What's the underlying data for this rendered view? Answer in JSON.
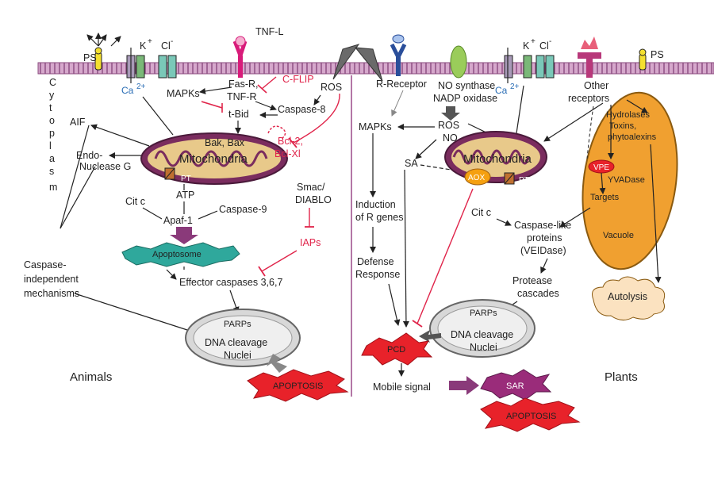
{
  "colors": {
    "membrane": "#b07aa8",
    "mito_outer": "#7a2c5e",
    "mito_inner": "#e8c98a",
    "vacuole": "#f0a030",
    "apoptosome": "#2fa89c",
    "apoptosis_red": "#e8222a",
    "sar_purple": "#9a2c7a",
    "nucleus_grey": "#d8d8d8",
    "inhibit_red": "#e0244a",
    "big_arrow": "#8a3a7a"
  },
  "membrane_labels": {
    "ps_left": "PS",
    "ps_right": "PS",
    "k_left": "K",
    "cl_left": "Cl",
    "k_right": "K",
    "cl_right": "Cl",
    "tnf_top": "TNF-L",
    "ca_left": "Ca",
    "ca_right": "Ca",
    "ca_sup": "2+",
    "ion_sup_plus": "+",
    "ion_sup_minus": "-"
  },
  "animals": {
    "cytoplasm": [
      "C",
      "y",
      "t",
      "o",
      "p",
      "l",
      "a",
      "s",
      "m"
    ],
    "mapks": "MAPKs",
    "fas_r": "Fas-R,",
    "tnf_r": "TNF-R",
    "c_flip": "C-FLIP",
    "ros": "ROS",
    "caspase8": "Caspase-8",
    "tbid": "t-Bid",
    "aif": "AIF",
    "endo1": "Endo-",
    "endo2": "Nuclease G",
    "bak_bax": "Bak, Bax",
    "mitochondria": "Mitochondria",
    "bcl1": "Bcl-2,",
    "bcl2": "Bcl-Xl",
    "pt": "PT",
    "atp": "ATP",
    "citc": "Cit c",
    "apaf": "Apaf-1",
    "caspase9": "Caspase-9",
    "smac1": "Smac/",
    "smac2": "DIABLO",
    "iaps": "IAPs",
    "apoptosome": "Apoptosome",
    "effector": "Effector caspases 3,6,7",
    "ci1": "Caspase-",
    "ci2": "independent",
    "ci3": "mechanisms",
    "parps": "PARPs",
    "dna": "DNA cleavage",
    "nuclei": "Nuclei",
    "title": "Animals",
    "apoptosis": "APOPTOSIS"
  },
  "plants": {
    "r_receptor": "R-Receptor",
    "no_synth": "NO synthase",
    "nadp": "NADP oxidase",
    "other1": "Other",
    "other2": "receptors",
    "mapks": "MAPKs",
    "ros": "ROS",
    "no": "NO",
    "sa": "SA",
    "mitochondria": "Mitochondria",
    "aox": "AOX",
    "pt": "PT",
    "hydro1": "Hydrolases",
    "hydro2": "Toxins,",
    "hydro3": "phytoalexins",
    "vpe": "VPE",
    "yvad": "YVADase",
    "targets": "Targets",
    "vacuole": "Vacuole",
    "ind1": "Induction",
    "ind2": "of R genes",
    "citc": "Cit c",
    "cl1": "Caspase-like",
    "cl2": "proteins",
    "cl3": "(VEIDase)",
    "def1": "Defense",
    "def2": "Response",
    "pc1": "Protease",
    "pc2": "cascades",
    "autolysis": "Autolysis",
    "parps": "PARPs",
    "dna": "DNA cleavage",
    "nuclei": "Nuclei",
    "pcd": "PCD",
    "mobile": "Mobile signal",
    "sar": "SAR",
    "apoptosis": "APOPTOSIS",
    "title": "Plants"
  }
}
